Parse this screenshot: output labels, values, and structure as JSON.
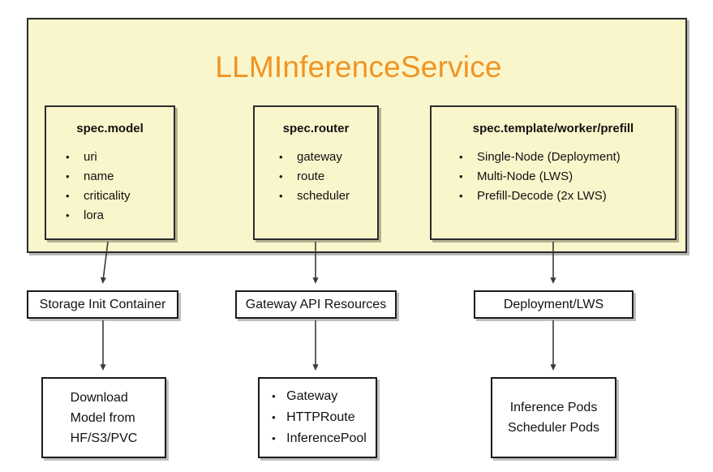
{
  "diagram": {
    "title": "LLMInferenceService",
    "title_color": "#f09423",
    "container_fill": "#faf6cc",
    "container_border": "#2b2b2b",
    "node_fill": "#ffffff",
    "node_border": "#1b1b1b"
  },
  "spec_boxes": [
    {
      "heading": "spec.model",
      "items": [
        "uri",
        "name",
        "criticality",
        "lora"
      ]
    },
    {
      "heading": "spec.router",
      "items": [
        "gateway",
        "route",
        "scheduler"
      ]
    },
    {
      "heading": "spec.template/worker/prefill",
      "items": [
        "Single-Node (Deployment)",
        "Multi-Node (LWS)",
        "Prefill-Decode (2x LWS)"
      ]
    }
  ],
  "middle_row": [
    {
      "label": "Storage Init Container"
    },
    {
      "label": "Gateway API Resources"
    },
    {
      "label": "Deployment/LWS"
    }
  ],
  "bottom_row": [
    {
      "kind": "lines",
      "lines": [
        "Download",
        "Model from",
        "HF/S3/PVC"
      ]
    },
    {
      "kind": "bullets",
      "items": [
        "Gateway",
        "HTTPRoute",
        "InferencePool"
      ]
    },
    {
      "kind": "lines",
      "lines": [
        "Inference Pods",
        "Scheduler Pods"
      ]
    }
  ],
  "connectors": [
    {
      "name": "model-to-storage"
    },
    {
      "name": "router-to-gateway-api"
    },
    {
      "name": "template-to-deployment"
    },
    {
      "name": "storage-to-download"
    },
    {
      "name": "gateway-api-to-resources"
    },
    {
      "name": "deployment-to-pods"
    }
  ]
}
